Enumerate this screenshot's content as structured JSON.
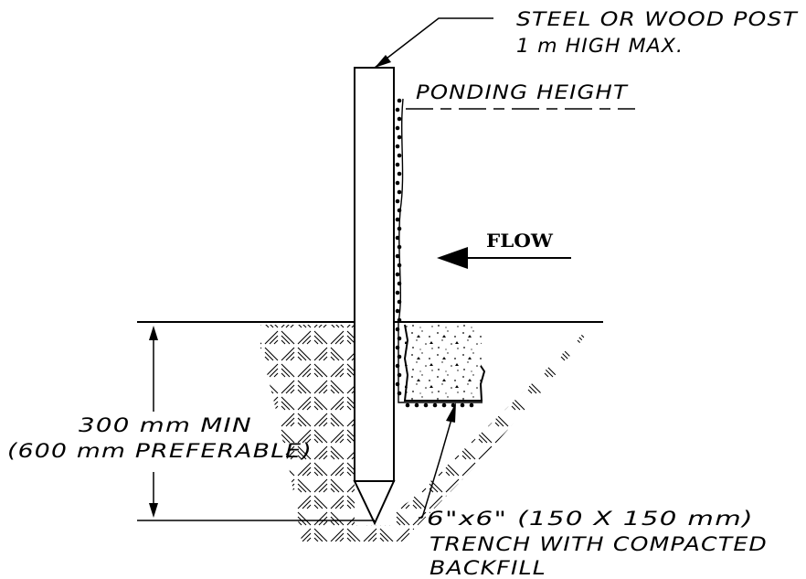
{
  "labels": {
    "post_line1": "STEEL OR WOOD POST",
    "post_line2": "1 m HIGH MAX.",
    "ponding": "PONDING HEIGHT",
    "flow": "FLOW",
    "depth_line1": "300 mm MIN",
    "depth_line2": "(600 mm PREFERABLE)",
    "trench_line1": "6\"x6\" (150 X 150 mm)",
    "trench_line2": "TRENCH WITH COMPACTED",
    "trench_line3": "BACKFILL"
  },
  "colors": {
    "ink": "#000000",
    "background": "#ffffff"
  }
}
